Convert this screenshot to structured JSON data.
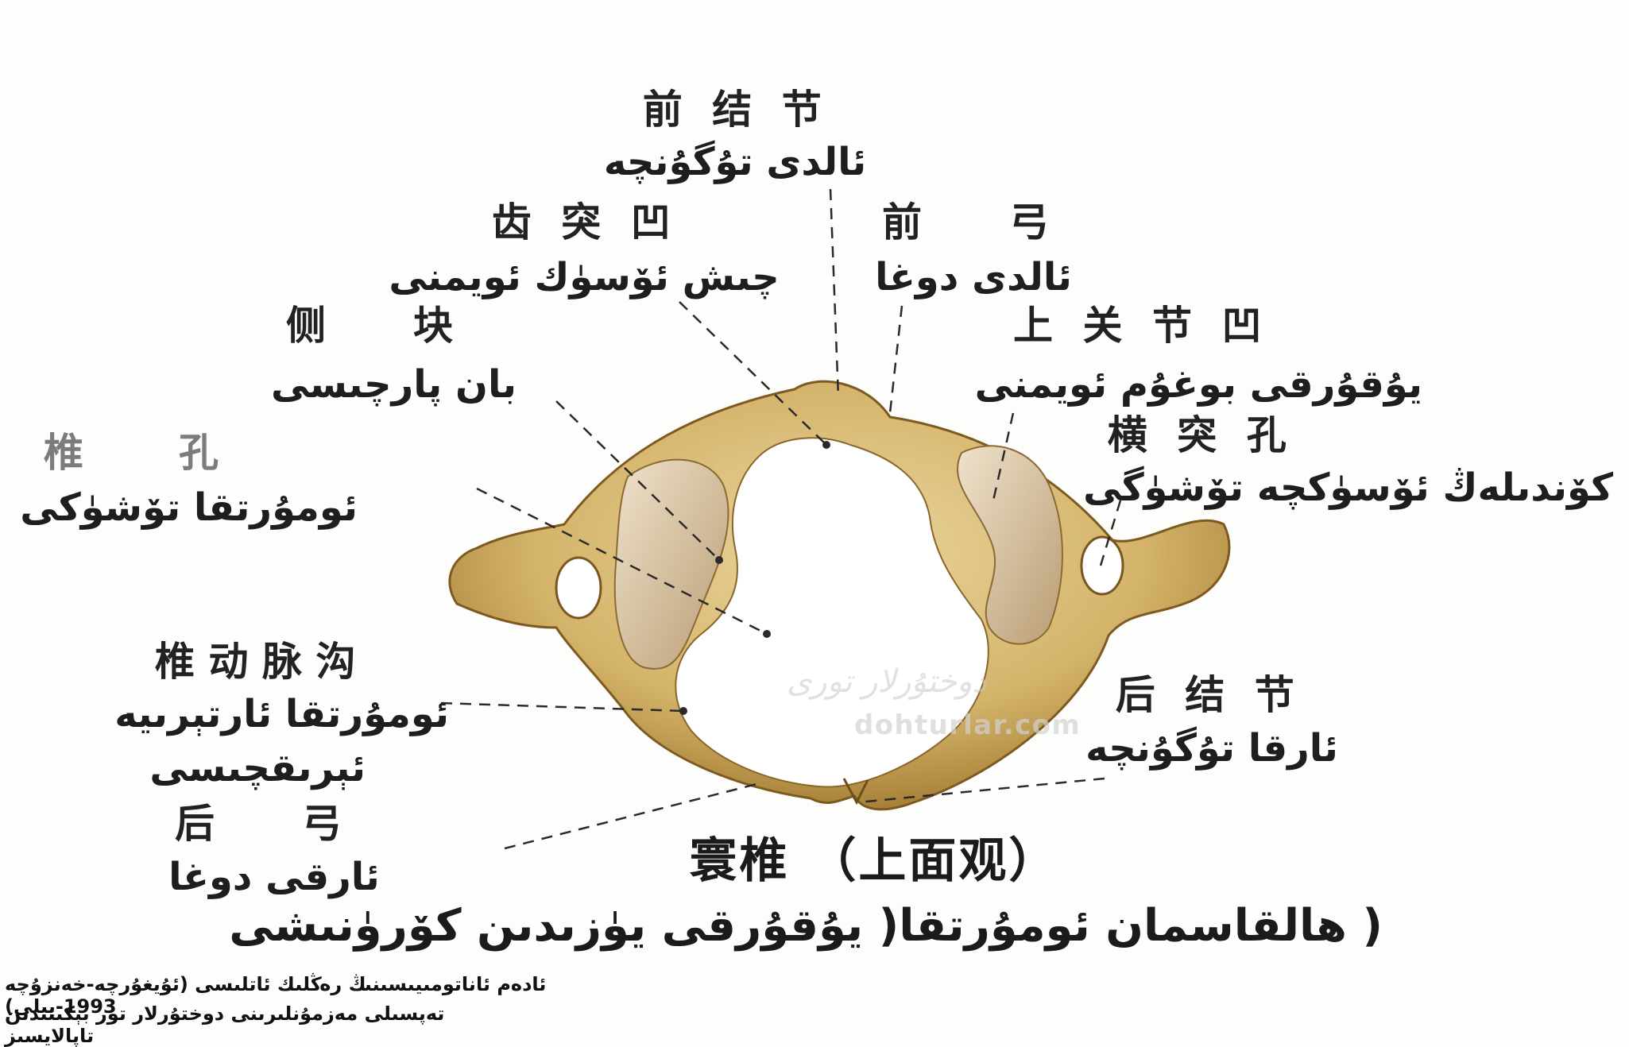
{
  "labels": {
    "anterior_tubercle": {
      "zh": "前结节",
      "ug": "ئالدى تۇگۇنچە"
    },
    "dens_fovea": {
      "zh": "齿突凹",
      "ug": "چىش ئۆسۈك ئويمنى"
    },
    "anterior_arch": {
      "zh": "前弓",
      "ug": "ئالدى دوغا"
    },
    "lateral_mass": {
      "zh": "侧块",
      "ug": "بان پارچىسى"
    },
    "superior_articular_fovea": {
      "zh": "上关节凹",
      "ug": "يۇقۇرقى بوغۇم ئويمنى"
    },
    "vertebral_foramen": {
      "zh": "椎孔",
      "ug": "ئومۇرتقا تۆشۈكى"
    },
    "transverse_foramen": {
      "zh": "横突孔",
      "ug": "كۆندىلەڭ ئۆسۈكچە تۆشۈگى"
    },
    "vertebral_artery_groove": {
      "zh": "椎动脉沟",
      "ug_line1": "ئومۇرتقا ئارتېرىيە",
      "ug_line2": "ئېرىقچىسى"
    },
    "posterior_tubercle": {
      "zh": "后结节",
      "ug": "ئارقا تۇگۇنچە"
    },
    "posterior_arch": {
      "zh": "后弓",
      "ug": "ئارقى دوغا"
    }
  },
  "caption": {
    "zh": "寰椎 （上面观）",
    "ug": "( ھالقاسمان ئومۇرتقا( يۇقۇرقى يۈزىدىن كۆرۈنىشى"
  },
  "watermark": {
    "line1": "دوختۇرلار تورى",
    "line2": "dohturlar.com"
  },
  "footer": {
    "line1": "ئادەم ئاناتومىيىسىنىڭ رەڭلىك ئاتلىسى (ئۇيغۇرچە-خەنزۇچە 1993-يىلى)",
    "line2": "تەپسىلى مەزمۇنلىرىنى دوختۇرلار تور بېكىتىدىن تاپالايسىز"
  },
  "colors": {
    "bone": "#d9c07a",
    "bone_dark": "#8f6a2a",
    "facet": "#d7c3a4",
    "leader": "#2a2a2a"
  }
}
